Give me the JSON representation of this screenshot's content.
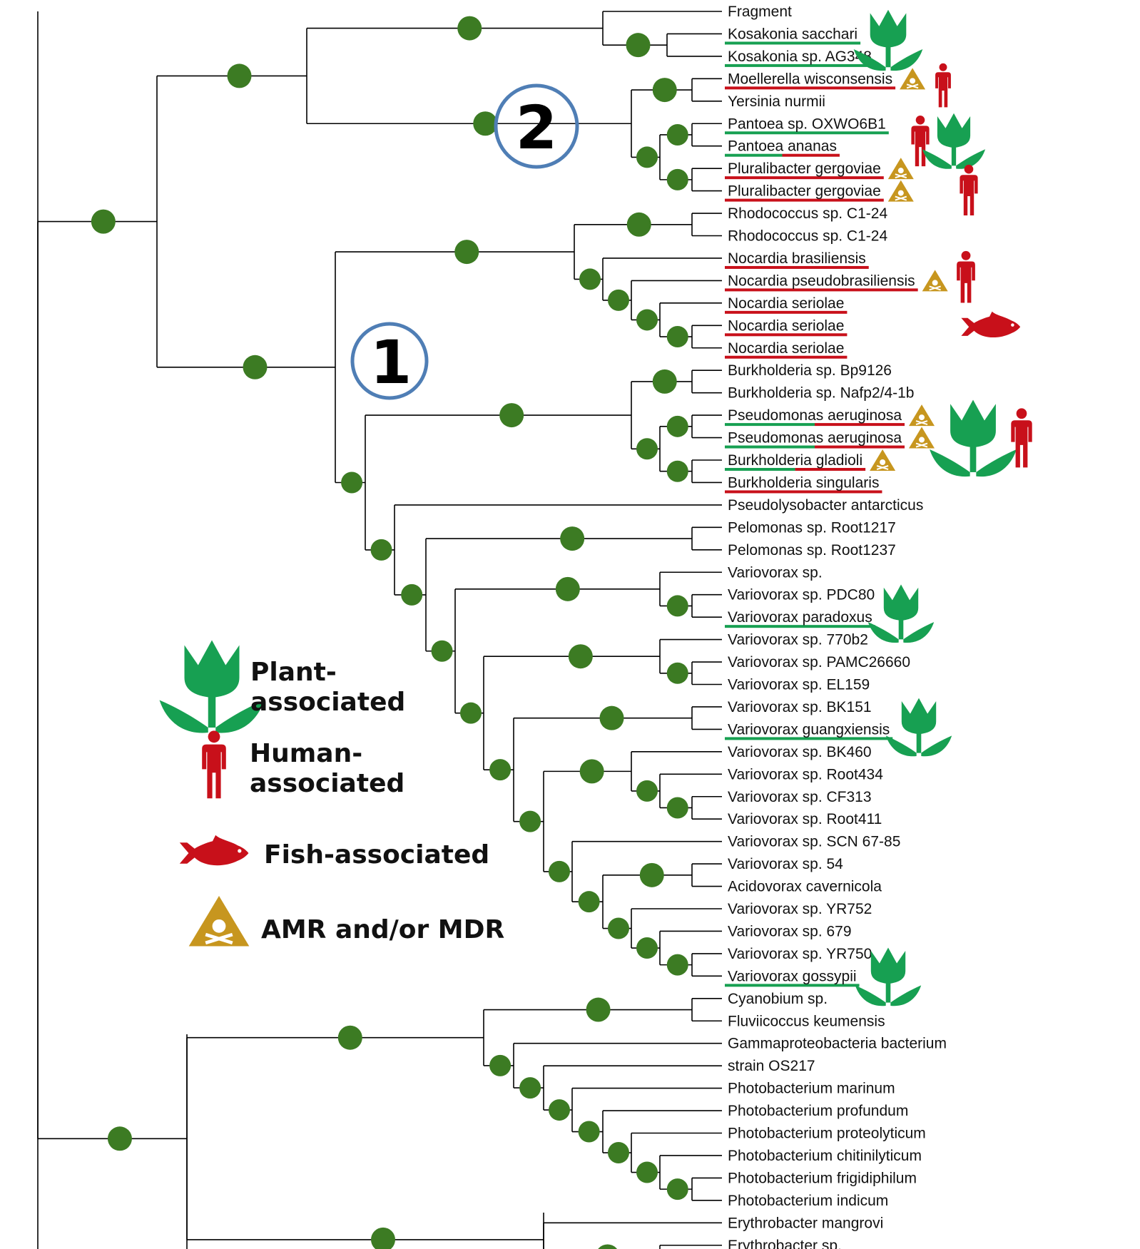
{
  "colors": {
    "plant": "#17a052",
    "human": "#c8101a",
    "fish": "#c8101a",
    "amr": "#c7961f",
    "node": "#3c7b23",
    "badge_ring": "#4f7eb5",
    "branch": "#000000"
  },
  "badges": [
    "2",
    "1"
  ],
  "legend": {
    "plant": "Plant-\nassociated",
    "human": "Human-\nassociated",
    "fish": "Fish-associated",
    "amr": "AMR and/or MDR"
  },
  "leaves": [
    {
      "name": "Fragment"
    },
    {
      "name": "Kosakonia sacchari",
      "ul": [
        "plant"
      ]
    },
    {
      "name": "Kosakonia sp. AG348",
      "ul": [
        "plant"
      ]
    },
    {
      "name": "Moellerella wisconsensis",
      "ul": [
        "human"
      ],
      "amr": true
    },
    {
      "name": "Yersinia nurmii"
    },
    {
      "name": "Pantoea sp. OXWO6B1",
      "ul": [
        "plant"
      ]
    },
    {
      "name": "Pantoea ananas",
      "ul": [
        "plant",
        "human"
      ]
    },
    {
      "name": "Pluralibacter gergoviae",
      "ul": [
        "human"
      ],
      "amr": true
    },
    {
      "name": "Pluralibacter gergoviae",
      "ul": [
        "human"
      ],
      "amr": true
    },
    {
      "name": "Rhodococcus sp. C1-24"
    },
    {
      "name": "Rhodococcus sp. C1-24"
    },
    {
      "name": "Nocardia brasiliensis",
      "ul": [
        "human"
      ]
    },
    {
      "name": "Nocardia pseudobrasiliensis",
      "ul": [
        "human"
      ],
      "amr": true
    },
    {
      "name": "Nocardia seriolae",
      "ul": [
        "human"
      ]
    },
    {
      "name": "Nocardia seriolae",
      "ul": [
        "human"
      ]
    },
    {
      "name": "Nocardia seriolae",
      "ul": [
        "human"
      ]
    },
    {
      "name": "Burkholderia sp. Bp9126"
    },
    {
      "name": "Burkholderia sp. Nafp2/4-1b"
    },
    {
      "name": "Pseudomonas aeruginosa",
      "ul": [
        "plant",
        "human"
      ],
      "amr": true
    },
    {
      "name": "Pseudomonas aeruginosa",
      "ul": [
        "plant",
        "human"
      ],
      "amr": true
    },
    {
      "name": "Burkholderia gladioli",
      "ul": [
        "plant",
        "human"
      ],
      "amr": true
    },
    {
      "name": "Burkholderia singularis",
      "ul": [
        "human"
      ]
    },
    {
      "name": "Pseudolysobacter antarcticus"
    },
    {
      "name": "Pelomonas sp. Root1217"
    },
    {
      "name": "Pelomonas sp. Root1237"
    },
    {
      "name": "Variovorax sp."
    },
    {
      "name": "Variovorax sp. PDC80"
    },
    {
      "name": "Variovorax paradoxus",
      "ul": [
        "plant"
      ]
    },
    {
      "name": "Variovorax sp. 770b2"
    },
    {
      "name": "Variovorax sp. PAMC26660"
    },
    {
      "name": "Variovorax sp. EL159"
    },
    {
      "name": "Variovorax sp. BK151"
    },
    {
      "name": "Variovorax guangxiensis",
      "ul": [
        "plant"
      ]
    },
    {
      "name": "Variovorax sp. BK460"
    },
    {
      "name": "Variovorax sp. Root434"
    },
    {
      "name": "Variovorax sp. CF313"
    },
    {
      "name": "Variovorax sp. Root411"
    },
    {
      "name": "Variovorax sp. SCN 67-85"
    },
    {
      "name": "Variovorax sp. 54"
    },
    {
      "name": "Acidovorax cavernicola"
    },
    {
      "name": "Variovorax sp. YR752"
    },
    {
      "name": "Variovorax sp. 679"
    },
    {
      "name": "Variovorax sp. YR750"
    },
    {
      "name": "Variovorax gossypii",
      "ul": [
        "plant"
      ]
    },
    {
      "name": "Cyanobium sp."
    },
    {
      "name": "Fluviicoccus keumensis"
    },
    {
      "name": "Gammaproteobacteria bacterium"
    },
    {
      "name": "strain OS217"
    },
    {
      "name": "Photobacterium marinum"
    },
    {
      "name": "Photobacterium profundum"
    },
    {
      "name": "Photobacterium proteolyticum"
    },
    {
      "name": "Photobacterium chitinilyticum"
    },
    {
      "name": "Photobacterium frigidiphilum"
    },
    {
      "name": "Photobacterium indicum"
    },
    {
      "name": "Erythrobacter mangrovi"
    },
    {
      "name": "Erythrobacter sp."
    }
  ]
}
